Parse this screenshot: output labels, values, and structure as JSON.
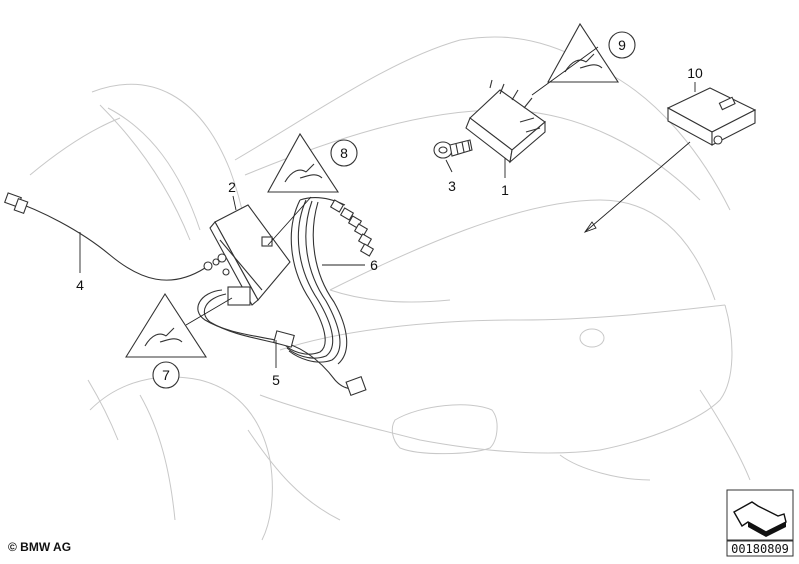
{
  "callouts": {
    "c1": "1",
    "c2": "2",
    "c3": "3",
    "c4": "4",
    "c5": "5",
    "c6": "6",
    "c7": "7",
    "c8": "8",
    "c9": "9",
    "c10": "10"
  },
  "copyright": "© BMW AG",
  "diagram_code": "00180809",
  "icons": [
    "plug-warning-icon",
    "navigation-arrow-icon"
  ]
}
